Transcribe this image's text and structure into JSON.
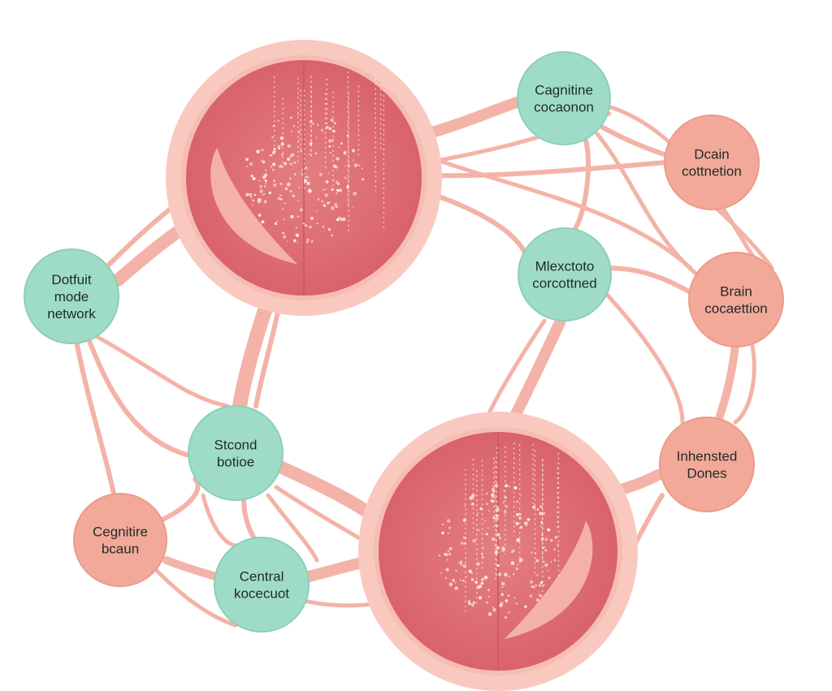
{
  "diagram": {
    "colors": {
      "background": "#ffffff",
      "teal": "#9fdcc8",
      "teal_stroke": "#8ccfb9",
      "salmon": "#f3a999",
      "salmon_stroke": "#eb9b8a",
      "hub_halo": "#f9c9c0",
      "hub_fill": "#dd6b70",
      "hub_ring": "#f6bdb4",
      "connector": "#f4b3a8",
      "sparkle": "#ffe9e4"
    },
    "nodes": [
      {
        "id": "default-mode-network",
        "lines": [
          "Dotfuit",
          "mode",
          "network"
        ],
        "kind": "teal"
      },
      {
        "id": "cognitive-connection",
        "lines": [
          "Cagnitine",
          "cocaonon"
        ],
        "kind": "teal"
      },
      {
        "id": "drain-connection",
        "lines": [
          "Dcain",
          "cottnetion"
        ],
        "kind": "salmon"
      },
      {
        "id": "mixed-connection",
        "lines": [
          "Mlexctoto",
          "corcottned"
        ],
        "kind": "teal"
      },
      {
        "id": "brain-connection",
        "lines": [
          "Brain",
          "cocaettion"
        ],
        "kind": "salmon"
      },
      {
        "id": "second-body",
        "lines": [
          "Stcond",
          "botioe"
        ],
        "kind": "teal"
      },
      {
        "id": "interested-domains",
        "lines": [
          "Inhensted",
          "Dones"
        ],
        "kind": "salmon"
      },
      {
        "id": "cognitive-brain",
        "lines": [
          "Cegnitire",
          "bcaun"
        ],
        "kind": "salmon"
      },
      {
        "id": "control-network",
        "lines": [
          "Central",
          "kocecuot"
        ],
        "kind": "teal"
      }
    ],
    "hubs": [
      {
        "id": "hub-top"
      },
      {
        "id": "hub-bottom"
      }
    ]
  }
}
